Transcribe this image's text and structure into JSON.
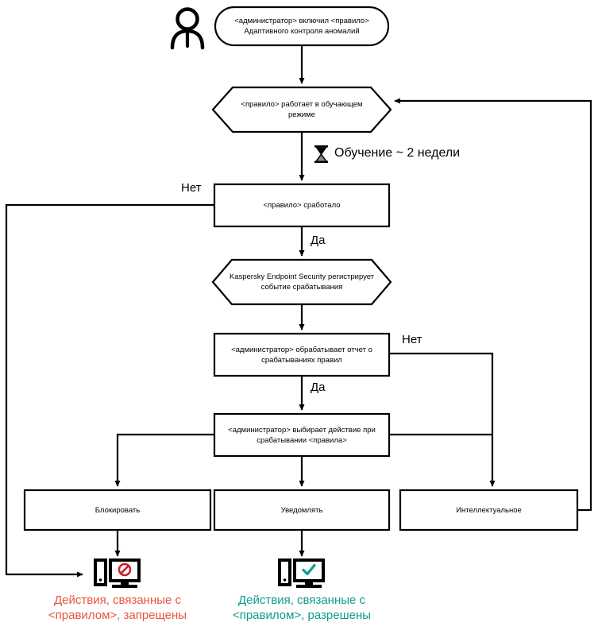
{
  "diagram": {
    "title": "Adaptive Anomaly Control rule workflow",
    "actor_icon": "person-icon",
    "nodes": {
      "start": {
        "shape": "rounded",
        "text": "<администратор> включил <правило>\nАдаптивного контроля аномалий"
      },
      "learning_mode": {
        "shape": "hexagon",
        "text": "<правило>  работает в обучающем\nрежиме"
      },
      "rule_triggered": {
        "shape": "rect",
        "text": "<правило> сработало"
      },
      "kes_registers": {
        "shape": "hexagon",
        "text": "Kaspersky Endpoint Security регистрирует\nсобытие срабатывания"
      },
      "admin_processes_report": {
        "shape": "rect",
        "text": "<администратор> обрабатывает отчет о\nсрабатываниях правил"
      },
      "admin_selects_action": {
        "shape": "rect",
        "text": "<администратор> выбирает действие при\nсрабатывании <правила>"
      },
      "action_block": {
        "shape": "rect",
        "text": "Блокировать"
      },
      "action_notify": {
        "shape": "rect",
        "text": "Уведомлять"
      },
      "action_smart": {
        "shape": "rect",
        "text": "Интеллектуальное"
      }
    },
    "edge_labels": {
      "triggered_no": "Нет",
      "triggered_yes": "Да",
      "report_no": "Нет",
      "report_yes": "Да"
    },
    "wait_label": {
      "icon": "hourglass-icon",
      "text": "Обучение ~ 2 недели"
    },
    "outcomes": {
      "denied": {
        "icon": "computer-blocked-icon",
        "text": "Действия, связанные с\n<правилом>, запрещены",
        "color": "#e8543f"
      },
      "allowed": {
        "icon": "computer-allowed-icon",
        "text": "Действия, связанные с\n<правилом>, разрешены",
        "color": "#0d9b8a"
      }
    },
    "colors": {
      "stroke": "#000000",
      "background": "#ffffff",
      "deny": "#cc2229",
      "allow": "#0d9b8a"
    }
  }
}
